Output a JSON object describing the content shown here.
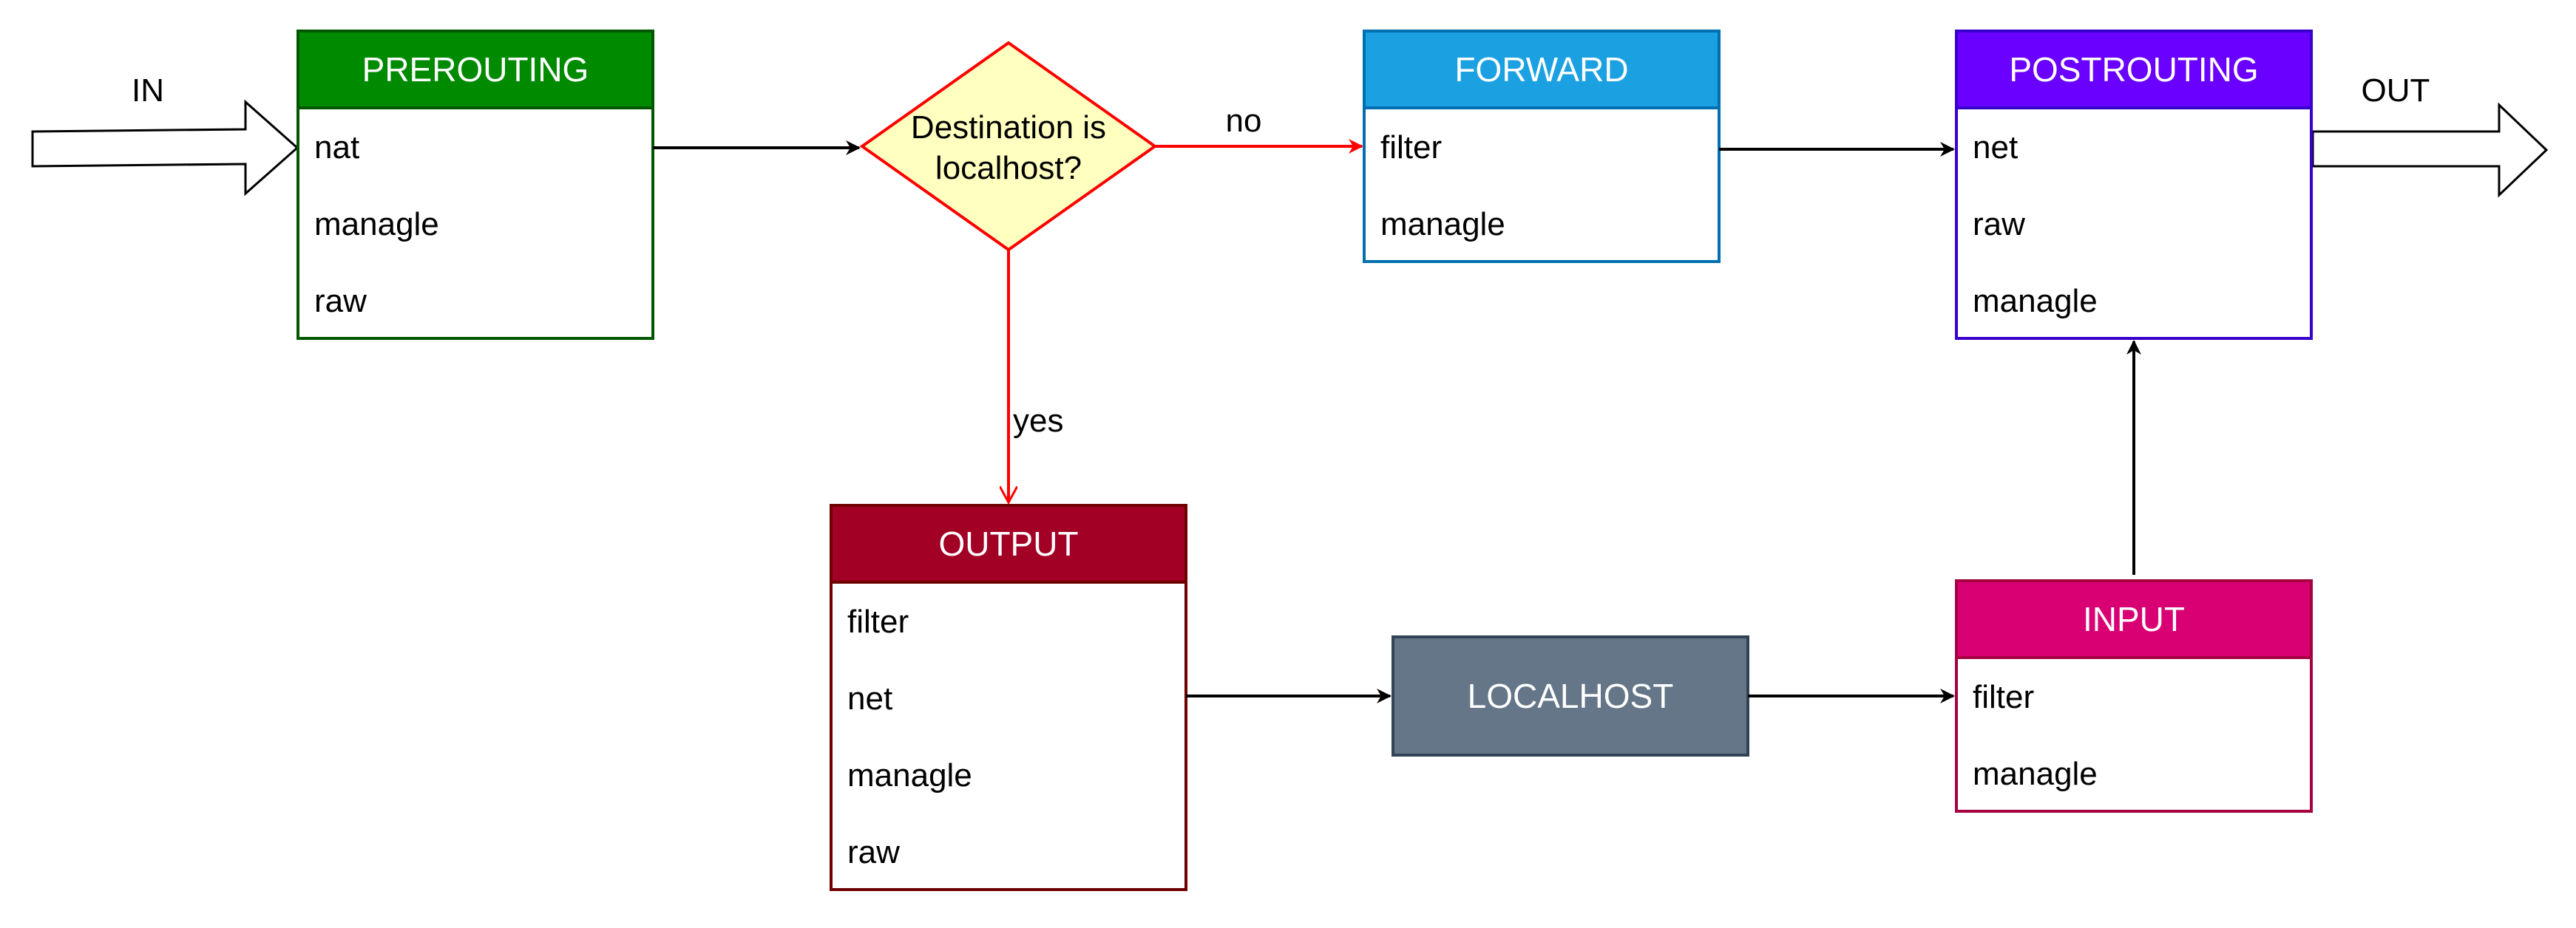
{
  "labels": {
    "in": "IN",
    "out": "OUT",
    "yes": "yes",
    "no": "no"
  },
  "decision": {
    "line1": "Destination is",
    "line2": "localhost?"
  },
  "chains": {
    "prerouting": {
      "title": "PREROUTING",
      "tables": [
        "nat",
        "managle",
        "raw"
      ],
      "header_color": "#008a00",
      "border_color": "#005700"
    },
    "forward": {
      "title": "FORWARD",
      "tables": [
        "filter",
        "managle"
      ],
      "header_color": "#1ba1e2",
      "border_color": "#006eaf"
    },
    "postrouting": {
      "title": "POSTROUTING",
      "tables": [
        "net",
        "raw",
        "managle"
      ],
      "header_color": "#6a00ff",
      "border_color": "#3700cc"
    },
    "output": {
      "title": "OUTPUT",
      "tables": [
        "filter",
        "net",
        "managle",
        "raw"
      ],
      "header_color": "#a20025",
      "border_color": "#6f0000"
    },
    "input": {
      "title": "INPUT",
      "tables": [
        "filter",
        "managle"
      ],
      "header_color": "#d80073",
      "border_color": "#a50040"
    }
  },
  "localhost": {
    "label": "LOCALHOST",
    "fill_color": "#647687",
    "border_color": "#314354"
  },
  "colors": {
    "decision_fill": "#ffffc0",
    "decision_border": "#ff0000",
    "decision_arrow": "#ff0000",
    "arrow": "#000000"
  }
}
